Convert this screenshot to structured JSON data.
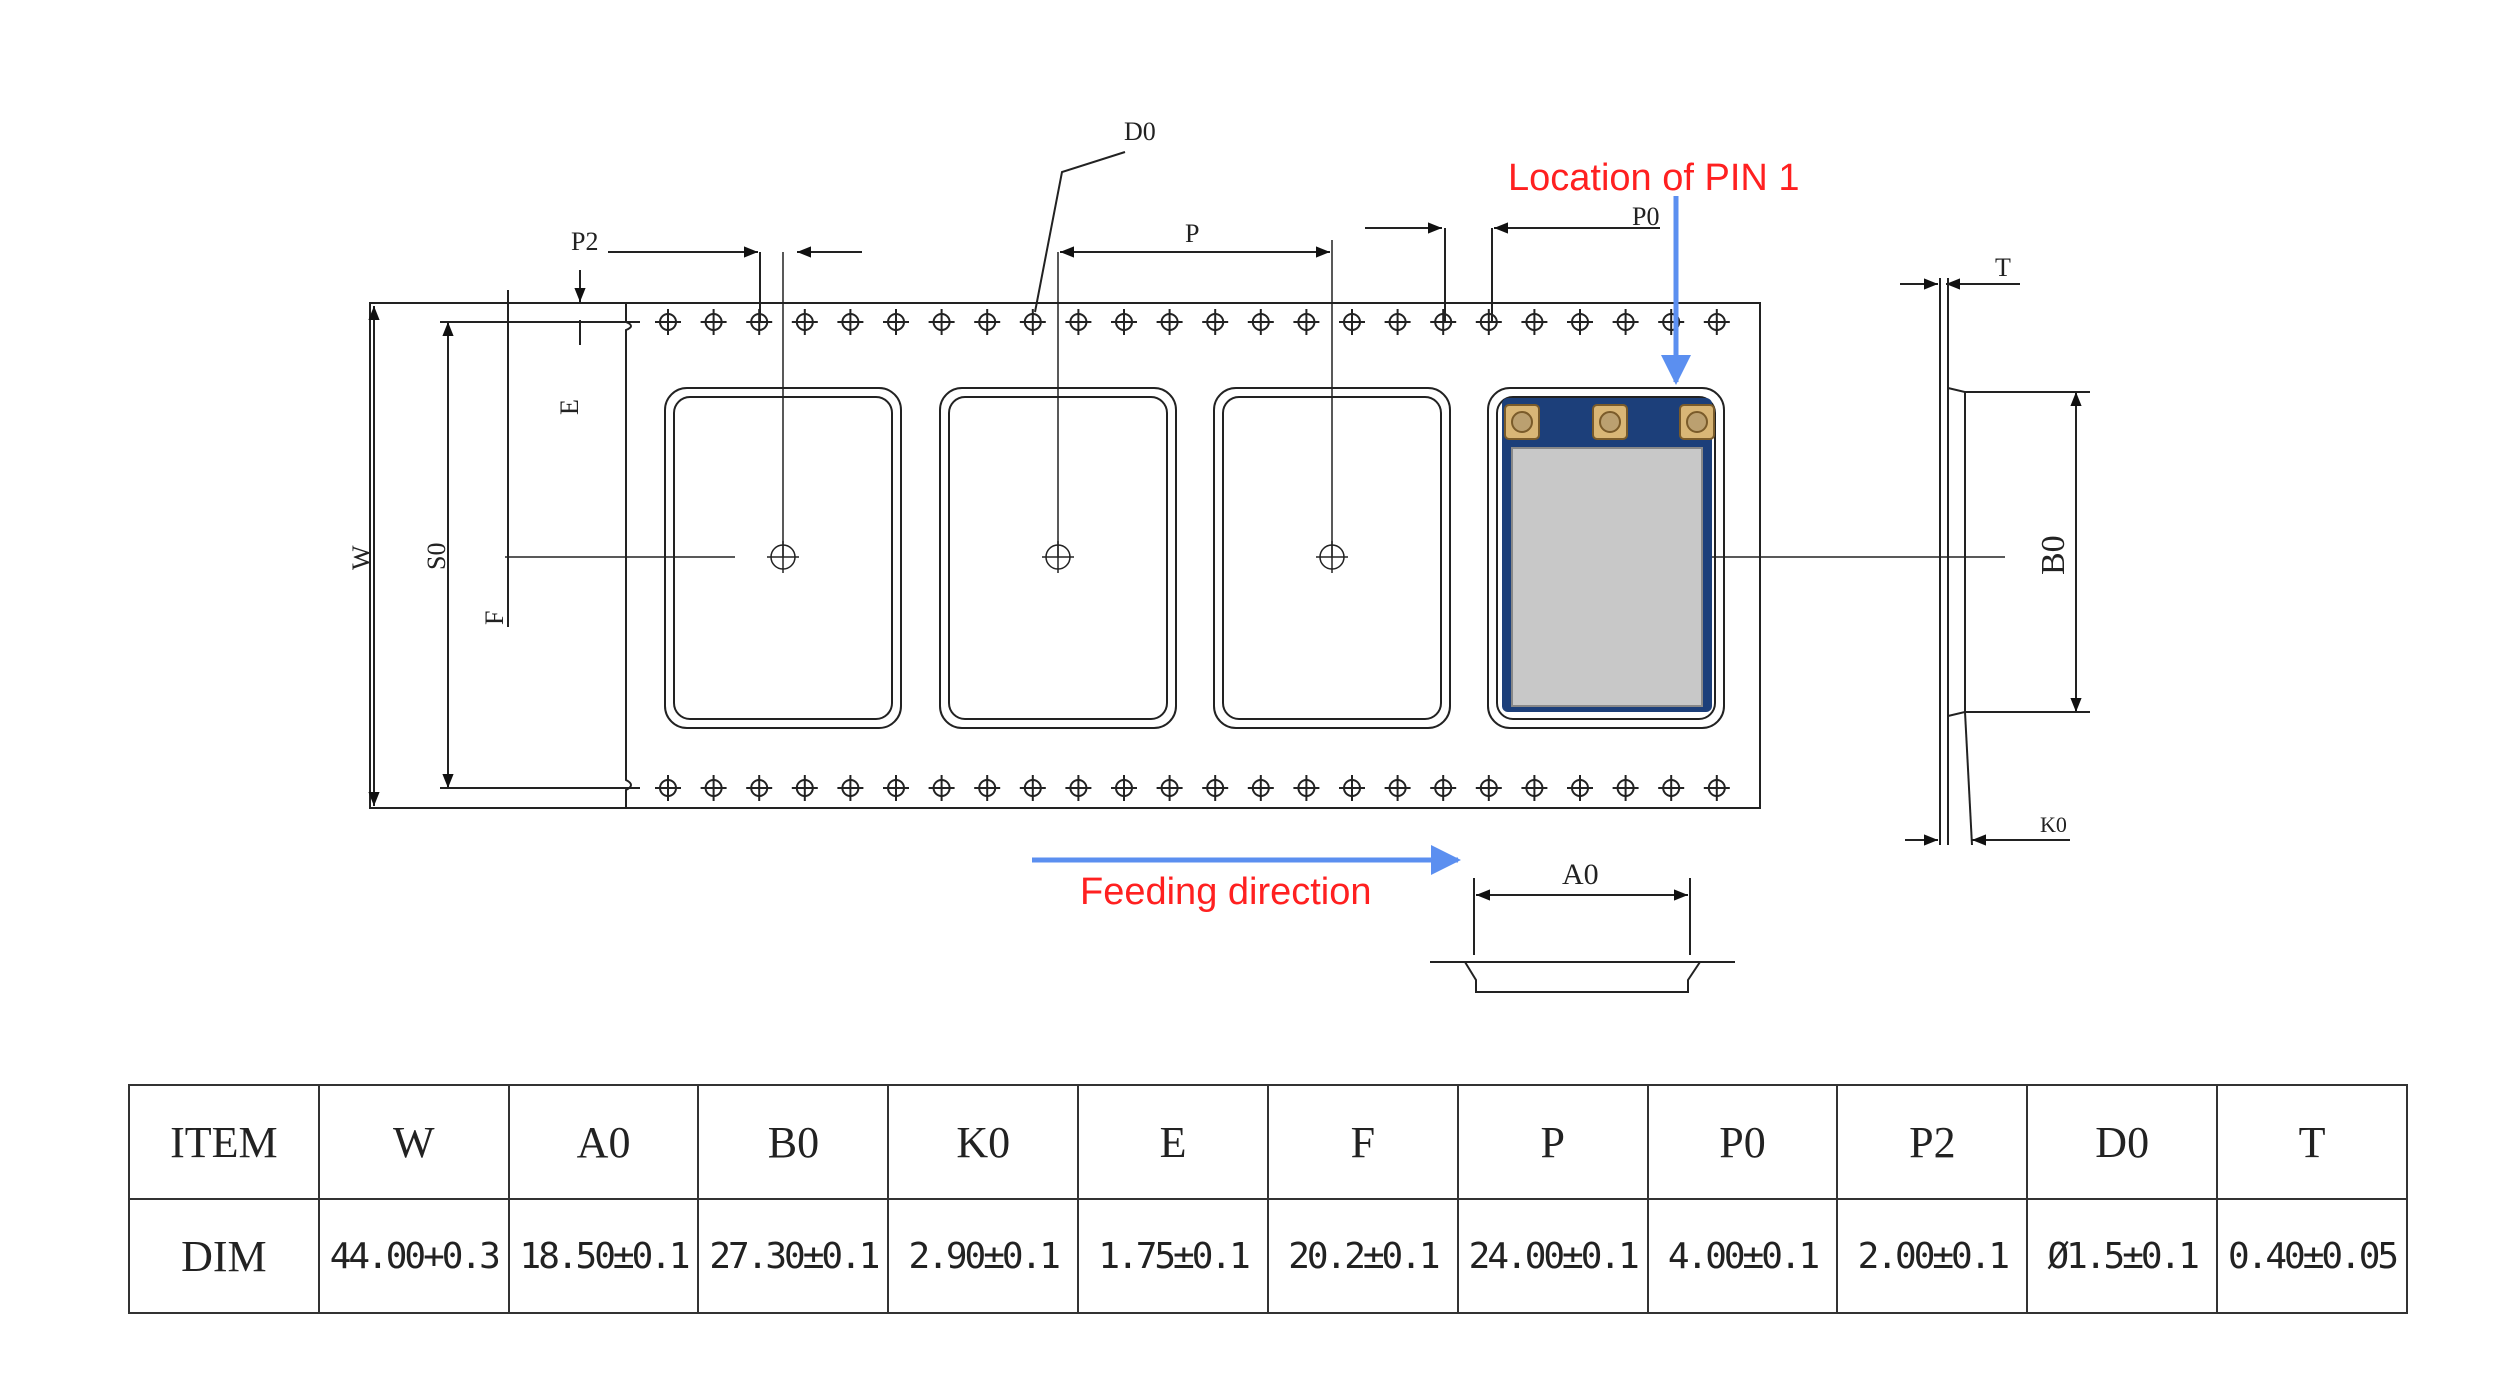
{
  "labels": {
    "d0": "D0",
    "p2": "P2",
    "p": "P",
    "p0": "P0",
    "e": "E",
    "f": "F",
    "w": "W",
    "s0": "S0",
    "b0": "B0",
    "t": "T",
    "k0": "K0",
    "a0": "A0"
  },
  "annotations": {
    "pin1": "Location of PIN 1",
    "feeding": "Feeding direction"
  },
  "colors": {
    "annotation_text": "#ff2020",
    "arrow": "#5b8ff0",
    "pcb": "#1c3f7a",
    "shield": "#c8c8c8"
  },
  "table": {
    "header": [
      "ITEM",
      "W",
      "A0",
      "B0",
      "K0",
      "E",
      "F",
      "P",
      "P0",
      "P2",
      "D0",
      "T"
    ],
    "row": [
      "DIM",
      "44.00+0.3",
      "18.50±0.1",
      "27.30±0.1",
      "2.90±0.1",
      "1.75±0.1",
      "20.2±0.1",
      "24.00±0.1",
      "4.00±0.1",
      "2.00±0.1",
      "Ø1.5±0.1",
      "0.40±0.05"
    ]
  }
}
